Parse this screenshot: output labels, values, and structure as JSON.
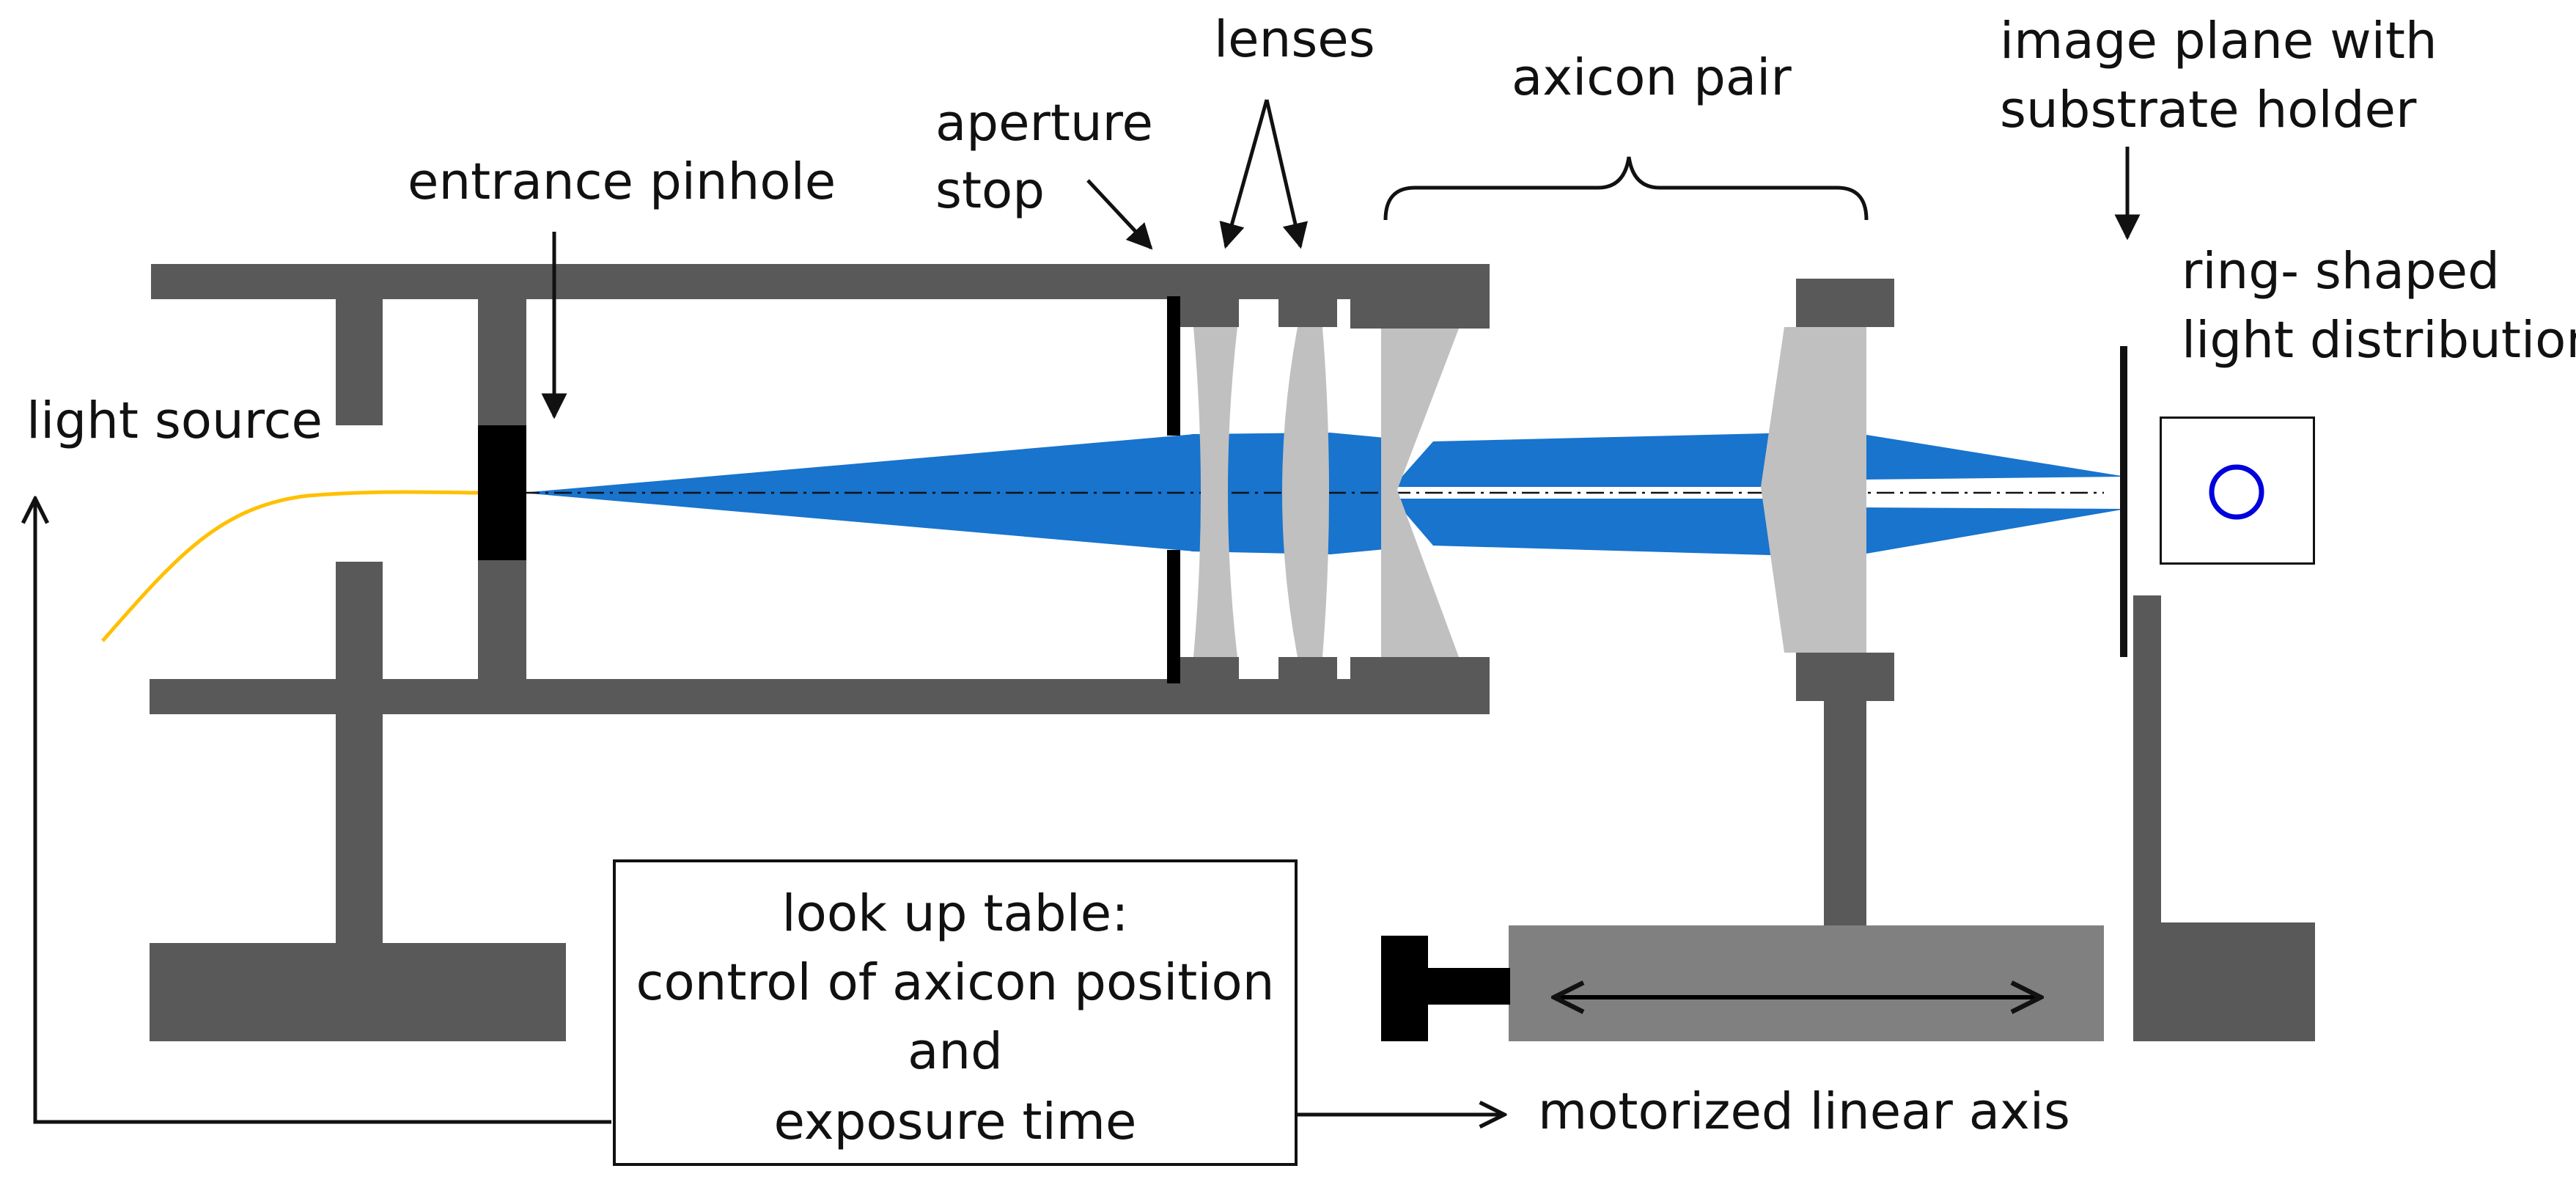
{
  "labels": {
    "light_source": "light source",
    "entrance_pinhole": "entrance pinhole",
    "aperture_stop_line1": "aperture",
    "aperture_stop_line2": "stop",
    "lenses": "lenses",
    "axicon_pair": "axicon pair",
    "image_plane_line1": "image plane with",
    "image_plane_line2": "substrate holder",
    "ring_line1": "ring- shaped",
    "ring_line2": "light distribution",
    "motorized_axis": "motorized linear axis"
  },
  "lookup_table": {
    "line1": "look up table:",
    "line2": "control of axicon position",
    "line3": "and",
    "line4": "exposure time"
  },
  "colors": {
    "housing": "#595959",
    "beam": "#1874cd",
    "lens": "#c0c0c0",
    "stage": "#808080",
    "fiber": "#ffc000",
    "ring": "#0000dd",
    "ink": "#111111"
  }
}
